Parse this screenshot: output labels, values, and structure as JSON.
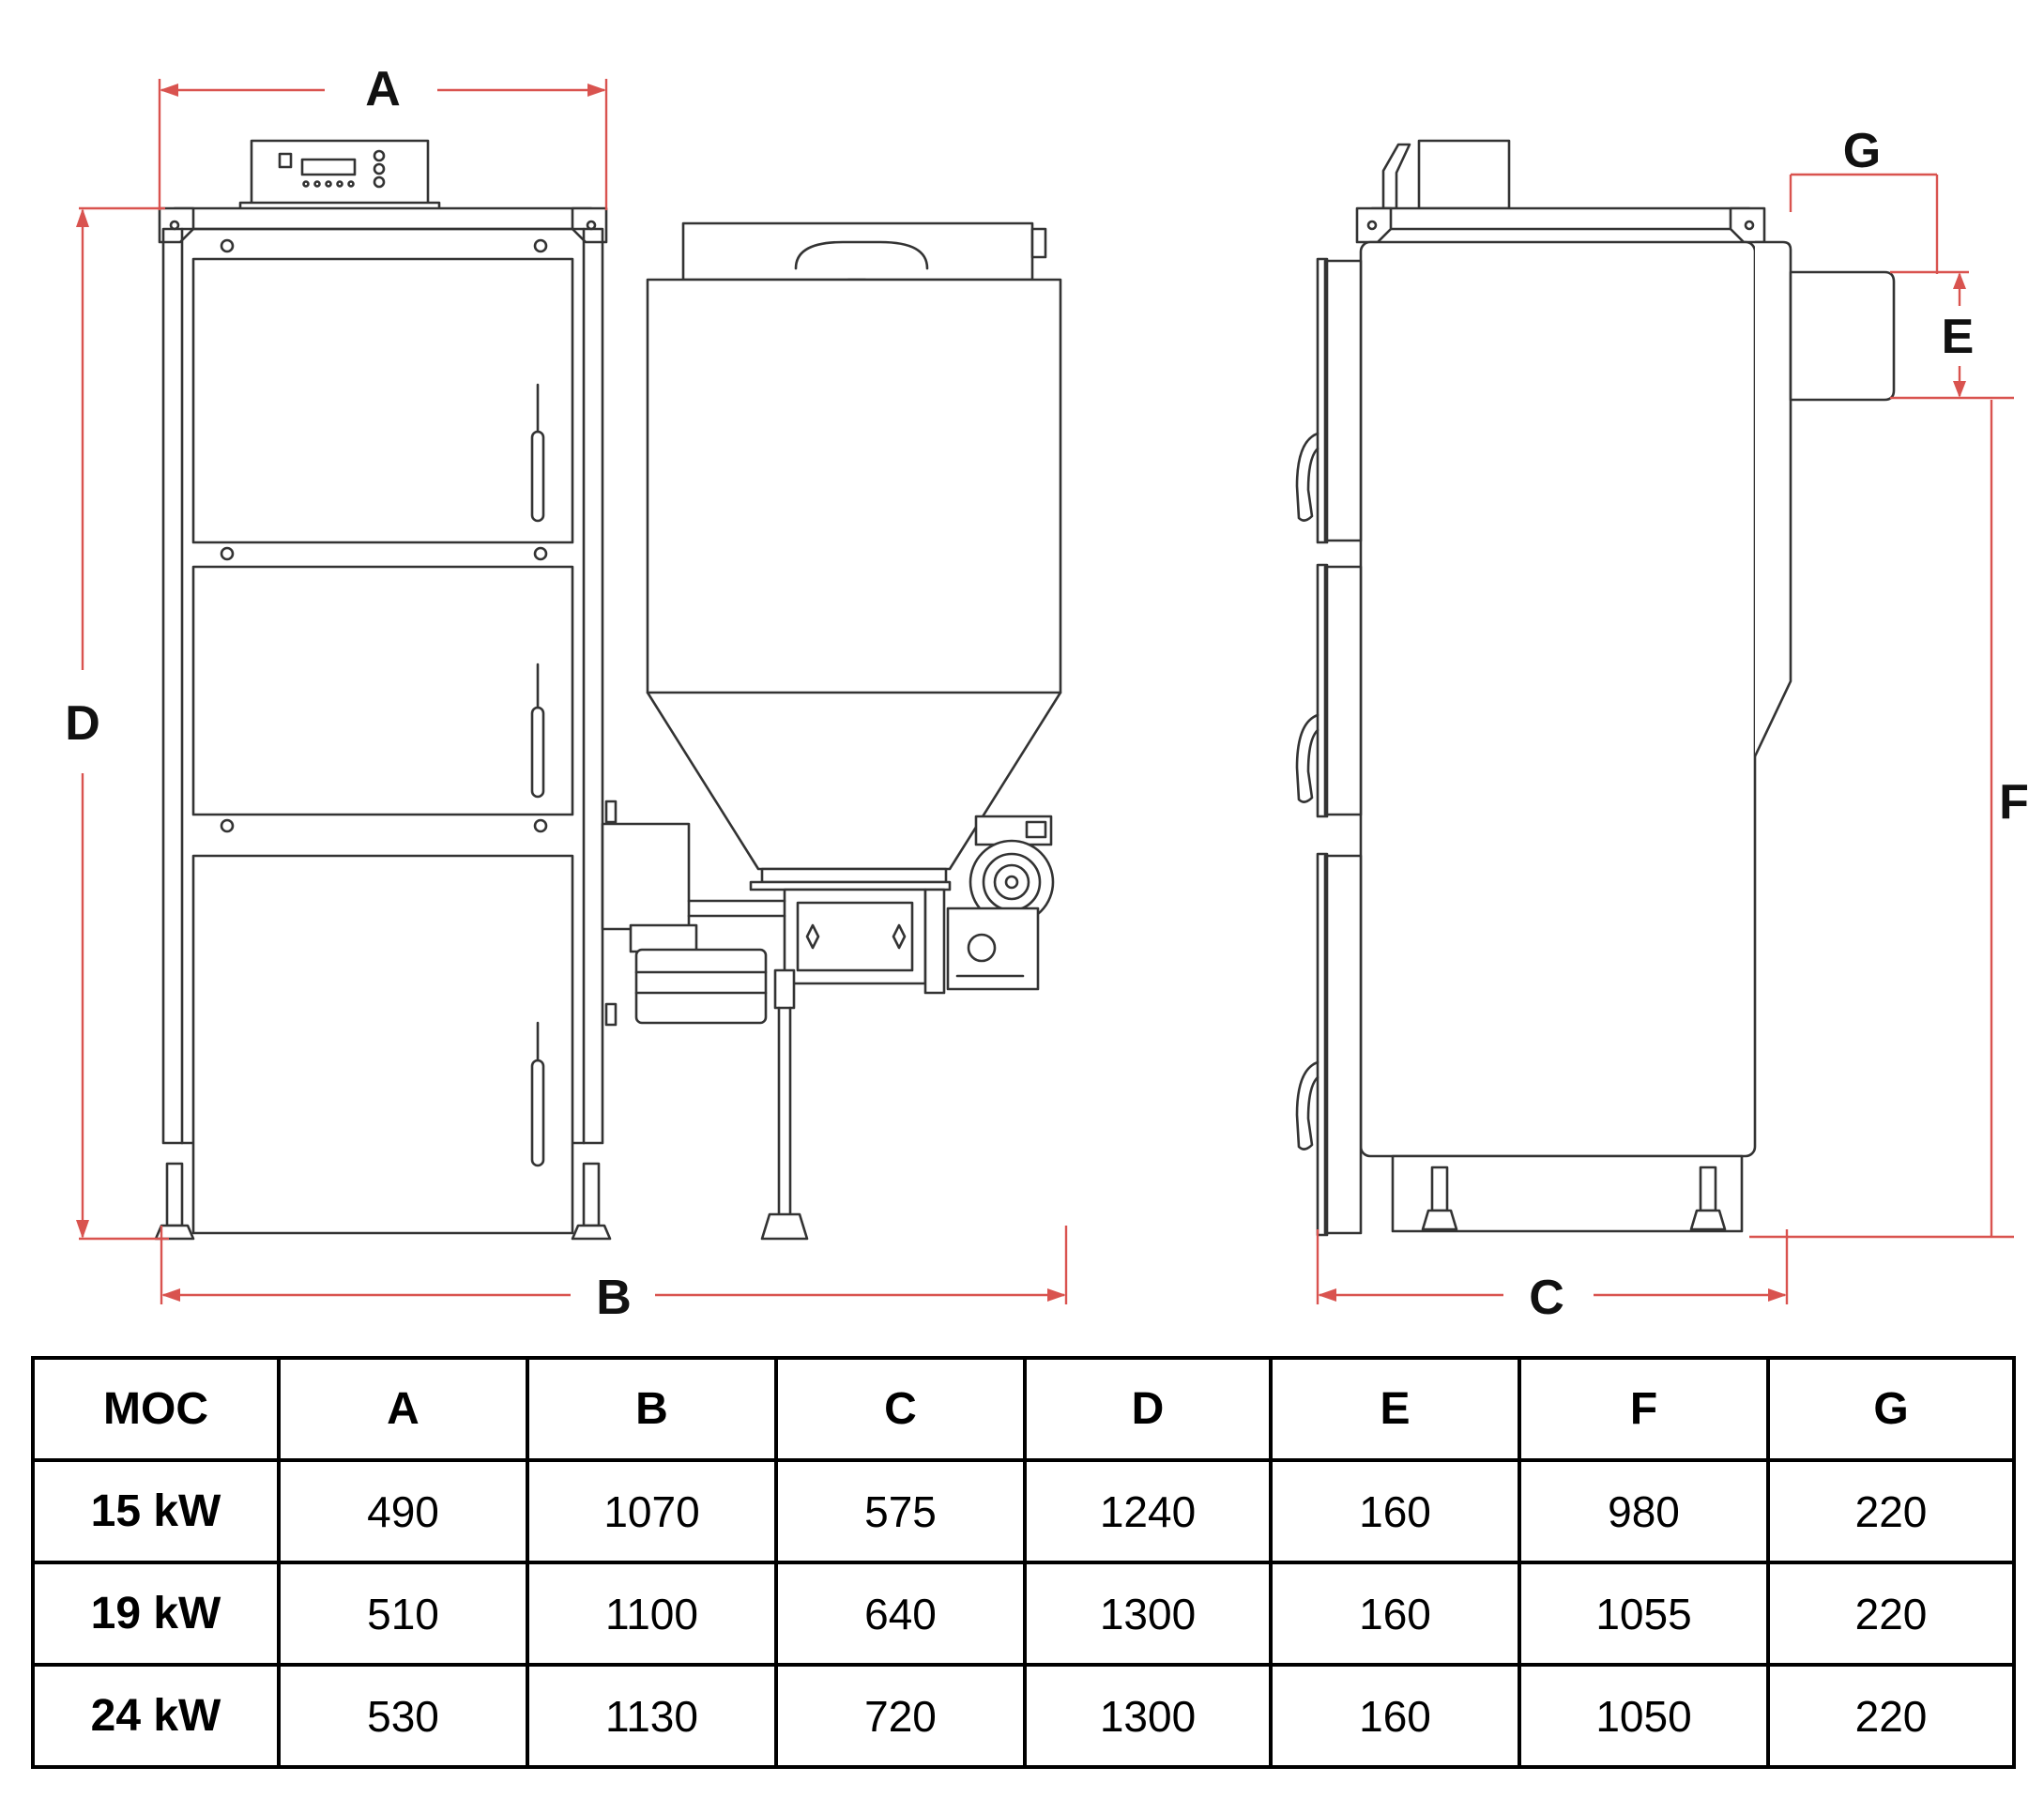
{
  "labels": {
    "A": "A",
    "B": "B",
    "C": "C",
    "D": "D",
    "E": "E",
    "F": "F",
    "G": "G"
  },
  "colors": {
    "dimension": "#d9534f",
    "outline": "#333333"
  },
  "table": {
    "headers": [
      "MOC",
      "A",
      "B",
      "C",
      "D",
      "E",
      "F",
      "G"
    ],
    "rows": [
      [
        "15 kW",
        "490",
        "1070",
        "575",
        "1240",
        "160",
        "980",
        "220"
      ],
      [
        "19 kW",
        "510",
        "1100",
        "640",
        "1300",
        "160",
        "1055",
        "220"
      ],
      [
        "24 kW",
        "530",
        "1130",
        "720",
        "1300",
        "160",
        "1050",
        "220"
      ]
    ]
  }
}
